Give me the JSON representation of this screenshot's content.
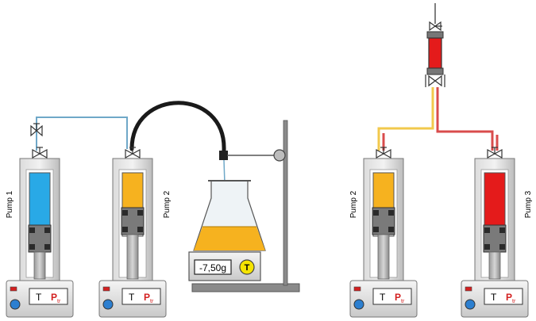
{
  "pumps": [
    {
      "label": "Pump 1",
      "fluid_color": "#29a9e6",
      "fill_level": 0.82,
      "panel": {
        "t_label": "T",
        "p_label": "P",
        "p_subscript": "tr"
      }
    },
    {
      "label": "Pump 2",
      "fluid_color": "#f6b21f",
      "fill_level": 0.55,
      "panel": {
        "t_label": "T",
        "p_label": "P",
        "p_subscript": "tr"
      }
    },
    {
      "label": "Pump 2",
      "fluid_color": "#f6b21f",
      "fill_level": 0.55,
      "panel": {
        "t_label": "T",
        "p_label": "P",
        "p_subscript": "tr"
      }
    },
    {
      "label": "Pump 3",
      "fluid_color": "#e41b1b",
      "fill_level": 0.82,
      "panel": {
        "t_label": "T",
        "p_label": "P",
        "p_subscript": "tr"
      }
    }
  ],
  "scale": {
    "reading": "-7,50g",
    "tare_label": "T"
  },
  "flask": {
    "liquid_color": "#f6b21f"
  },
  "column": {
    "color": "#e41b1b"
  },
  "colors": {
    "line_blue": "#6fa8c8",
    "line_yellow": "#f2c94c",
    "line_red": "#d94c4c",
    "hose": "#1a1a1a",
    "frame": "#c8c8c8"
  }
}
